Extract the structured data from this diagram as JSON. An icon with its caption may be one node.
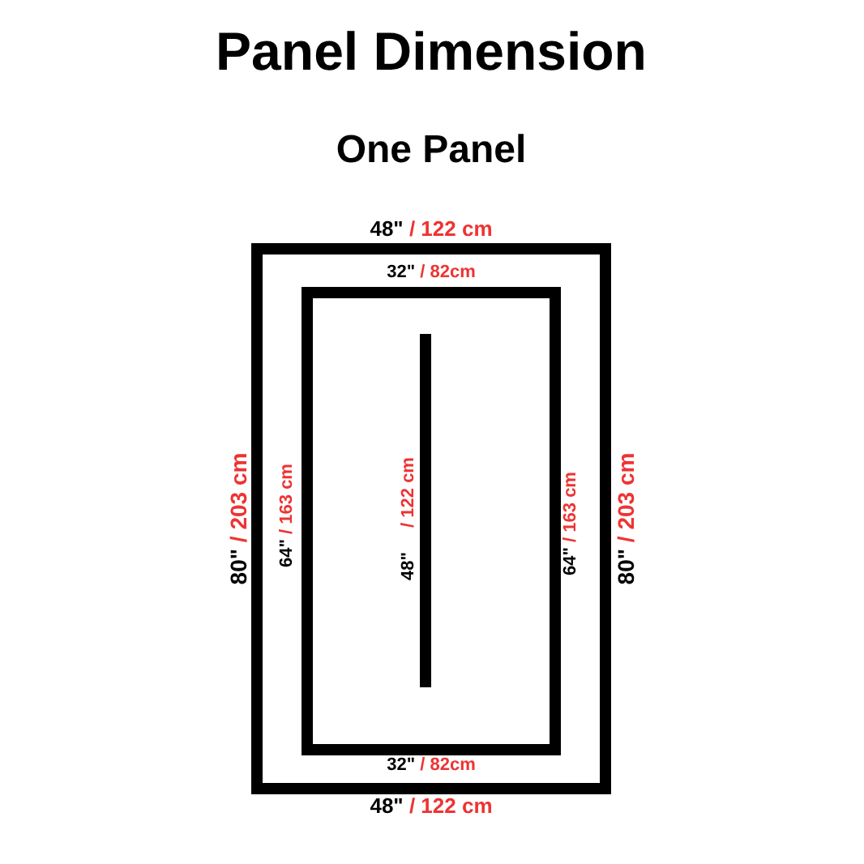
{
  "diagram": {
    "title": "Panel Dimension",
    "labels": [
      "One Panel",
      "48\" / 122 cm",
      "32\" / 82cm",
      "80\" / 203 cm",
      "64\" / 163 cm",
      "48\" / 122 cm",
      "64\" / 163 cm",
      "80\" / 203 cm",
      "32\" / 82cm",
      "48\" / 122 cm"
    ]
  }
}
